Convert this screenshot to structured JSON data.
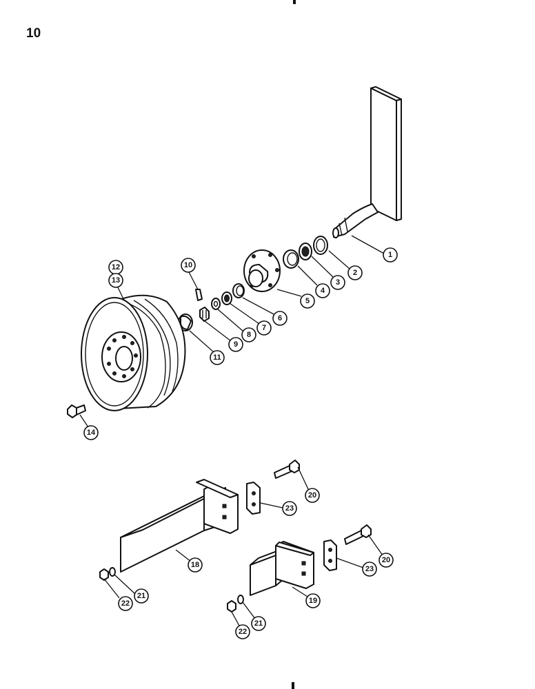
{
  "page": {
    "number": "10"
  },
  "callouts": [
    {
      "id": "c1",
      "label": "1"
    },
    {
      "id": "c2",
      "label": "2"
    },
    {
      "id": "c3",
      "label": "3"
    },
    {
      "id": "c4",
      "label": "4"
    },
    {
      "id": "c5",
      "label": "5"
    },
    {
      "id": "c6",
      "label": "6"
    },
    {
      "id": "c7",
      "label": "7"
    },
    {
      "id": "c8",
      "label": "8"
    },
    {
      "id": "c9",
      "label": "9"
    },
    {
      "id": "c10",
      "label": "10"
    },
    {
      "id": "c11",
      "label": "11"
    },
    {
      "id": "c12",
      "label": "12"
    },
    {
      "id": "c13",
      "label": "13"
    },
    {
      "id": "c14",
      "label": "14"
    },
    {
      "id": "c18",
      "label": "18"
    },
    {
      "id": "c19",
      "label": "19"
    },
    {
      "id": "c20a",
      "label": "20"
    },
    {
      "id": "c20b",
      "label": "20"
    },
    {
      "id": "c21a",
      "label": "21"
    },
    {
      "id": "c21b",
      "label": "21"
    },
    {
      "id": "c22a",
      "label": "22"
    },
    {
      "id": "c22b",
      "label": "22"
    },
    {
      "id": "c23a",
      "label": "23"
    },
    {
      "id": "c23b",
      "label": "23"
    }
  ]
}
